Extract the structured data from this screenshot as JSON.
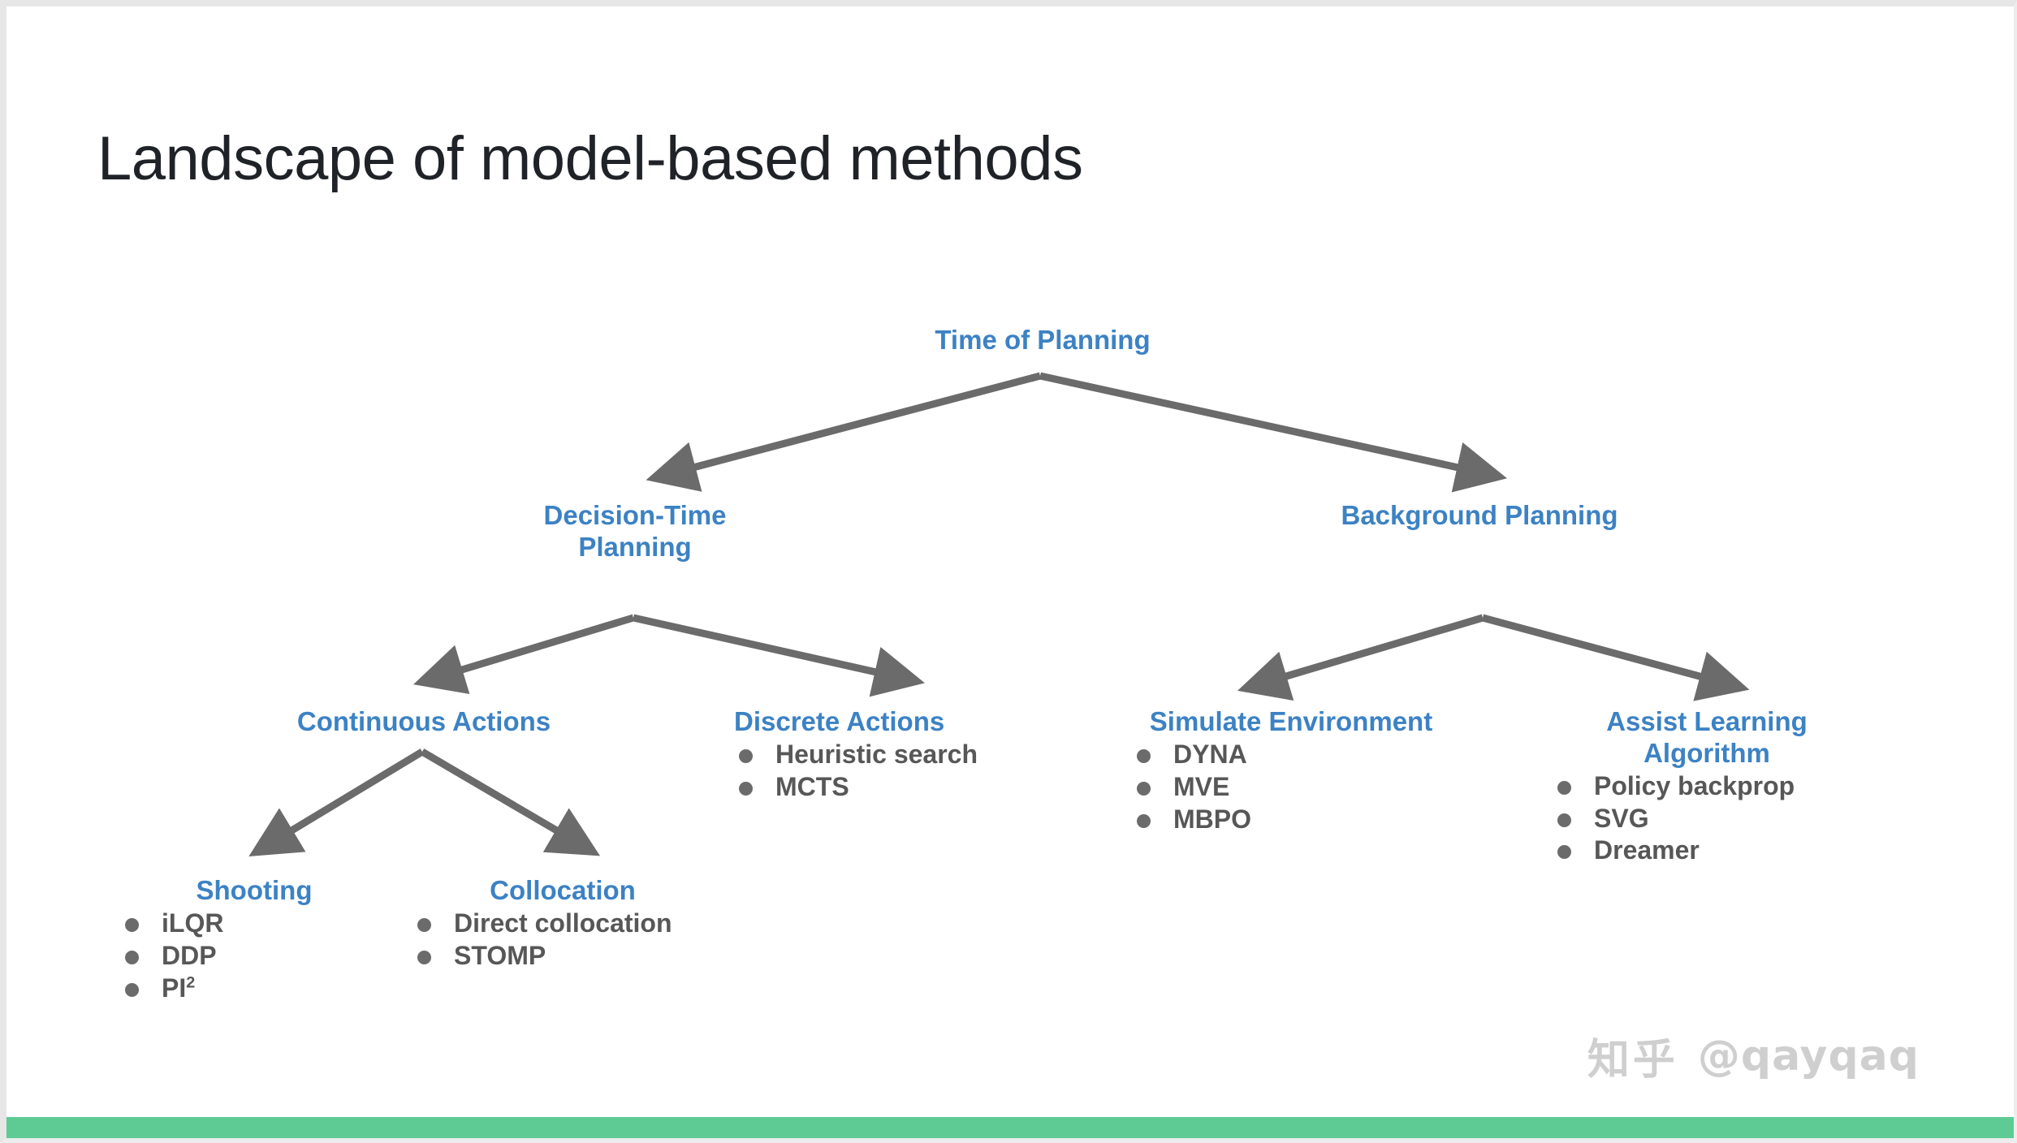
{
  "slide": {
    "title": "Landscape of model-based methods",
    "accent_bar_color": "#5ecb95",
    "node_color": "#3c82c4",
    "bullet_color": "#575757",
    "arrow_color": "#6b6b6b",
    "background_color": "#ffffff"
  },
  "tree": {
    "root": {
      "label": "Time of Planning"
    },
    "level2": [
      {
        "label": "Decision-Time Planning"
      },
      {
        "label": "Background Planning"
      }
    ],
    "level3": [
      {
        "label": "Continuous Actions",
        "bullets": []
      },
      {
        "label": "Discrete Actions",
        "bullets": [
          "Heuristic search",
          "MCTS"
        ]
      },
      {
        "label": "Simulate Environment",
        "bullets": [
          "DYNA",
          "MVE",
          "MBPO"
        ]
      },
      {
        "label": "Assist Learning Algorithm",
        "bullets": [
          "Policy backprop",
          "SVG",
          "Dreamer"
        ]
      }
    ],
    "level4": [
      {
        "label": "Shooting",
        "bullets": [
          "iLQR",
          "DDP",
          "PI2"
        ],
        "bullets_html": [
          "iLQR",
          "DDP",
          "PI<sup class=\"sup2\">2</sup>"
        ]
      },
      {
        "label": "Collocation",
        "bullets": [
          "Direct collocation",
          "STOMP"
        ],
        "bullets_html": [
          "Direct collocation",
          "STOMP"
        ]
      }
    ]
  },
  "watermark": {
    "logo": "知乎",
    "handle": "@qayqaq"
  }
}
